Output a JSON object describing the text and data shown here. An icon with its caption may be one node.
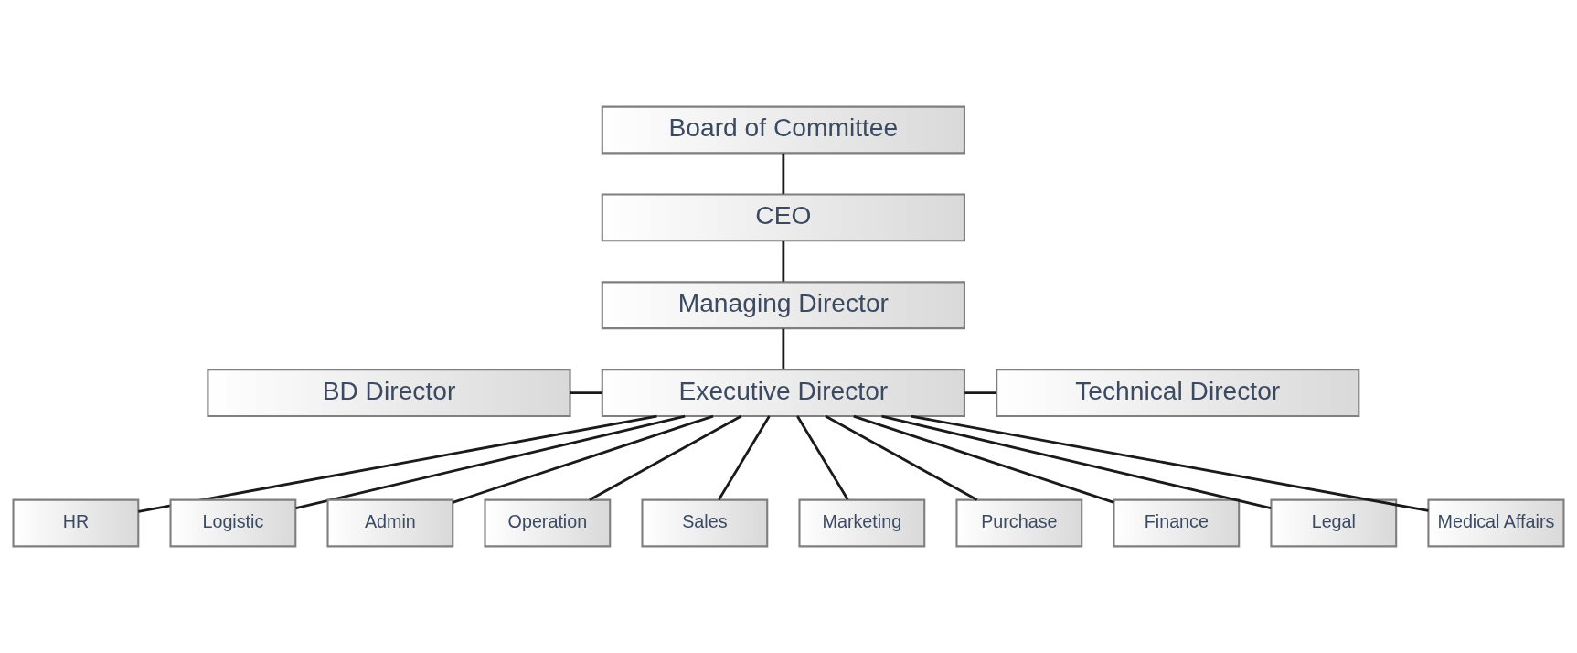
{
  "diagram": {
    "nodes": [
      {
        "text": [
          "Board of Committee"
        ]
      },
      {
        "text": [
          "CEO"
        ]
      },
      {
        "text": [
          "Managing Director"
        ]
      },
      {
        "text": [
          "BD Director"
        ]
      },
      {
        "text": [
          "Executive Director"
        ]
      },
      {
        "text": [
          "Technical Director"
        ]
      },
      {
        "text": [
          "HR"
        ]
      },
      {
        "text": [
          "Logistic"
        ]
      },
      {
        "text": [
          "Admin"
        ]
      },
      {
        "text": [
          "Operation"
        ]
      },
      {
        "text": [
          "Sales"
        ]
      },
      {
        "text": [
          "Marketing"
        ]
      },
      {
        "text": [
          "Purchase"
        ]
      },
      {
        "text": [
          "Finance"
        ]
      },
      {
        "text": [
          "Legal"
        ]
      },
      {
        "text": [
          "Medical Affairs"
        ]
      }
    ],
    "edges": [
      {
        "from": 0,
        "to": 1,
        "arrow": "none"
      },
      {
        "from": 1,
        "to": 2,
        "arrow": "none"
      },
      {
        "from": 2,
        "to": 4,
        "arrow": "none"
      },
      {
        "from": 3,
        "to": 4,
        "arrow": "none"
      },
      {
        "from": 4,
        "to": 5,
        "arrow": "none"
      },
      {
        "from": 4,
        "to": 6,
        "arrow": "none"
      },
      {
        "from": 4,
        "to": 7,
        "arrow": "none"
      },
      {
        "from": 4,
        "to": 8,
        "arrow": "none"
      },
      {
        "from": 4,
        "to": 9,
        "arrow": "none"
      },
      {
        "from": 4,
        "to": 10,
        "arrow": "none"
      },
      {
        "from": 4,
        "to": 11,
        "arrow": "none"
      },
      {
        "from": 4,
        "to": 12,
        "arrow": "none"
      },
      {
        "from": 4,
        "to": 13,
        "arrow": "none"
      },
      {
        "from": 4,
        "to": 14,
        "arrow": "none"
      },
      {
        "from": 4,
        "to": 15,
        "arrow": "none"
      }
    ]
  }
}
